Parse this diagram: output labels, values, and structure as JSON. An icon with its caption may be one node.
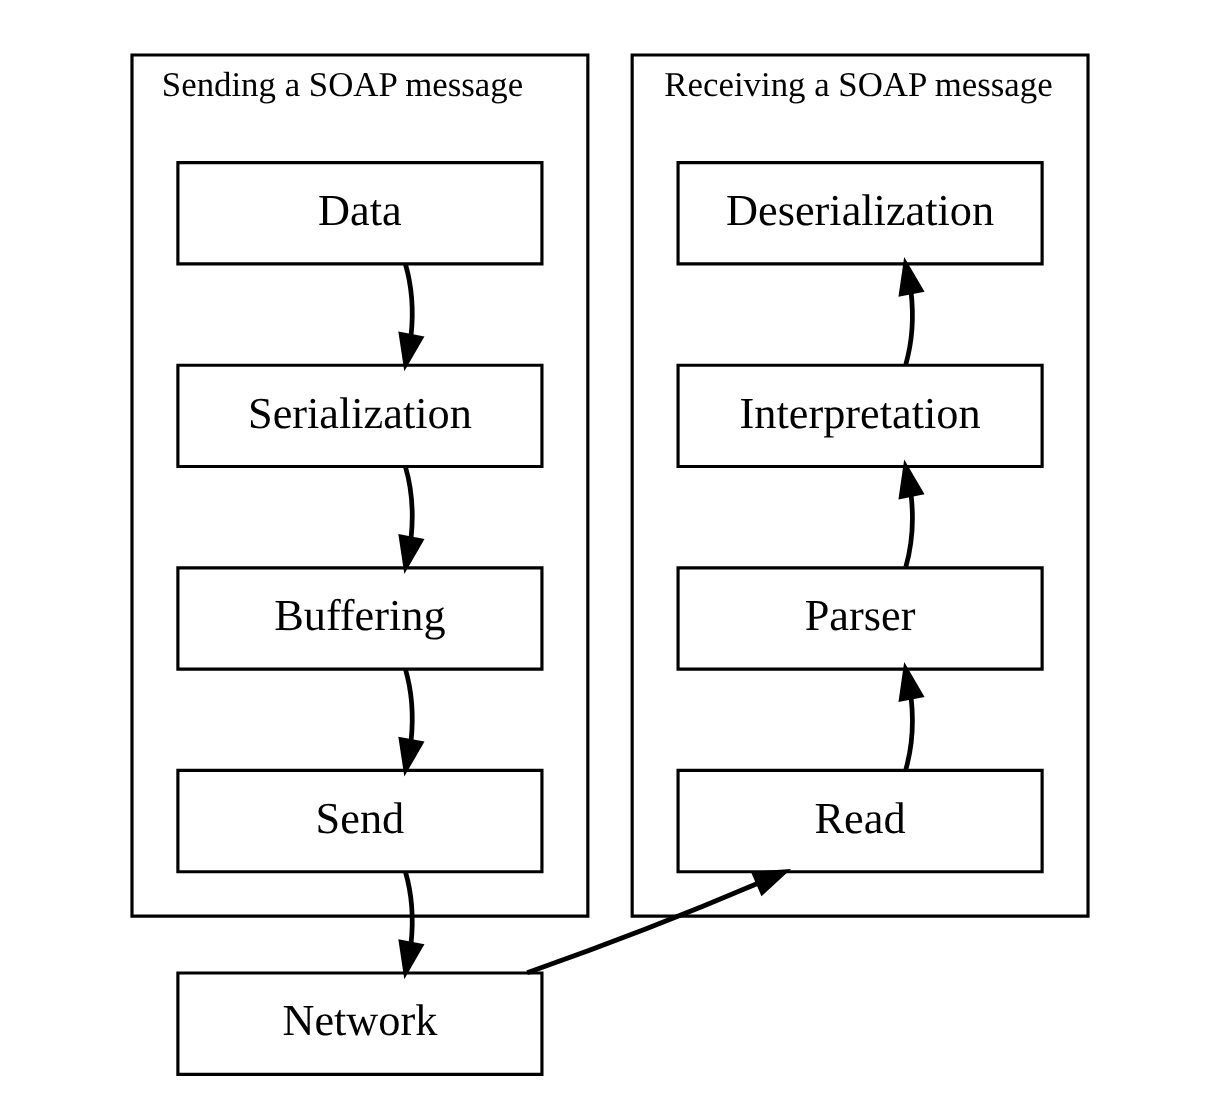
{
  "diagram": {
    "nodes": [
      {
        "text": [
          "Sending a SOAP message"
        ]
      },
      {
        "text": [
          "Data"
        ],
        "in": 0
      },
      {
        "text": [
          "Serialization"
        ],
        "in": 0
      },
      {
        "text": [
          "Buffering"
        ],
        "in": 0
      },
      {
        "text": [
          "Send"
        ],
        "in": 0
      },
      {
        "text": [
          "Receiving a SOAP message"
        ]
      },
      {
        "text": [
          "Deserialization"
        ],
        "in": 5
      },
      {
        "text": [
          "Interpretation"
        ],
        "in": 5
      },
      {
        "text": [
          "Parser"
        ],
        "in": 5
      },
      {
        "text": [
          "Read"
        ],
        "in": 5
      },
      {
        "text": [
          "Network"
        ]
      }
    ],
    "edges": [
      {
        "from": 1,
        "to": 2,
        "arrow": "to"
      },
      {
        "from": 2,
        "to": 3,
        "arrow": "to"
      },
      {
        "from": 3,
        "to": 4,
        "arrow": "to"
      },
      {
        "from": 4,
        "to": 10,
        "arrow": "to"
      },
      {
        "from": 10,
        "to": 9,
        "arrow": "to"
      },
      {
        "from": 9,
        "to": 8,
        "arrow": "to"
      },
      {
        "from": 8,
        "to": 7,
        "arrow": "to"
      },
      {
        "from": 7,
        "to": 6,
        "arrow": "to"
      }
    ]
  }
}
